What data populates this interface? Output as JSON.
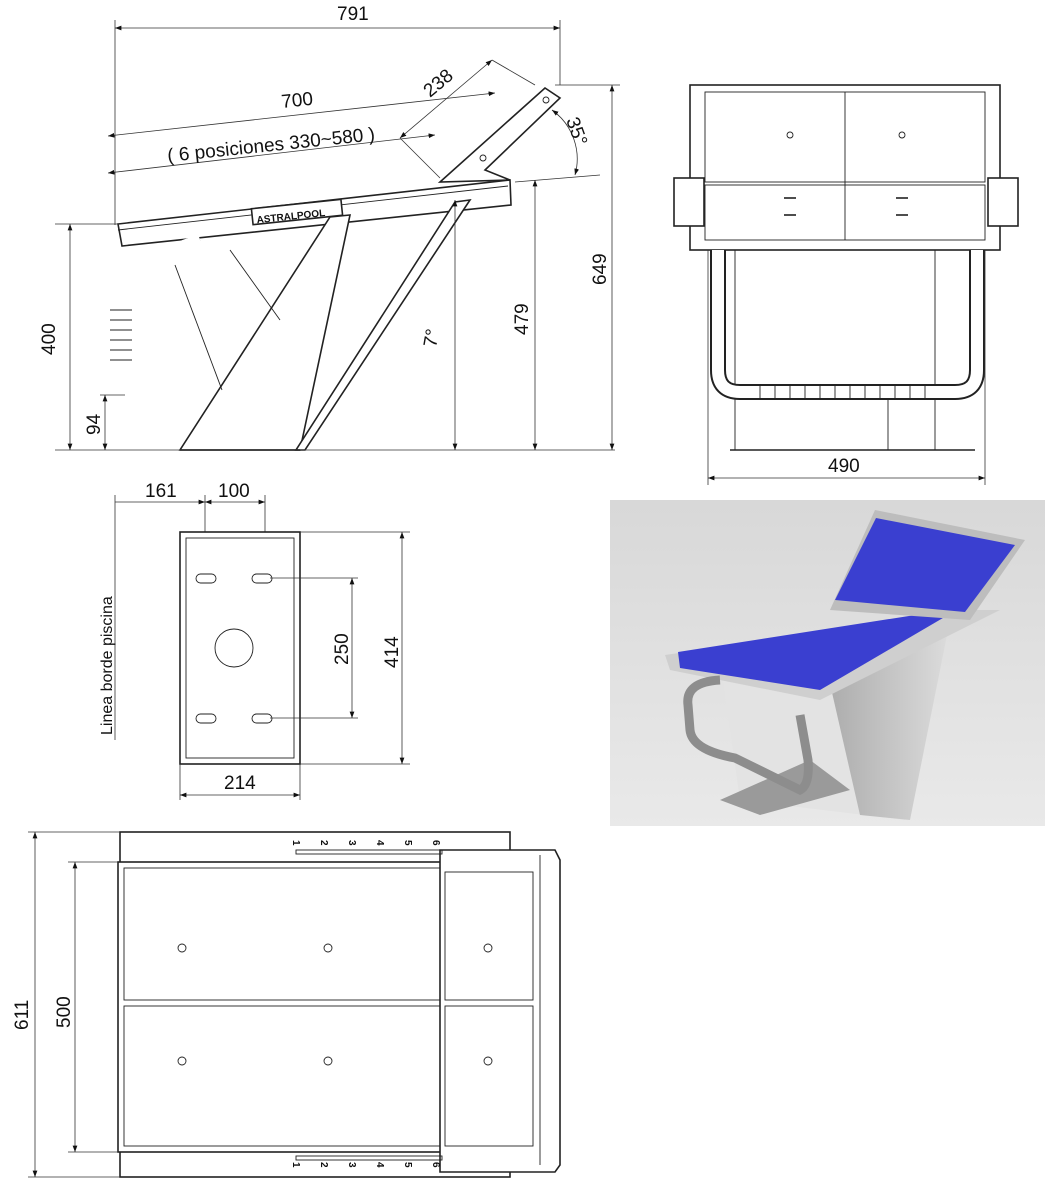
{
  "side_view": {
    "dim_total_length": "791",
    "dim_platform_length": "700",
    "dim_positions_note": "( 6 posiciones 330~580 )",
    "dim_backrest": "238",
    "dim_backrest_angle": "35°",
    "dim_platform_angle": "7°",
    "dim_height_400": "400",
    "dim_height_94": "94",
    "dim_height_479": "479",
    "dim_height_649": "649",
    "logo": "ASTRALPOOL"
  },
  "front_view": {
    "dim_width": "490"
  },
  "base_plan": {
    "dim_161": "161",
    "dim_100": "100",
    "dim_250": "250",
    "dim_414": "414",
    "dim_214": "214",
    "pool_edge_label": "Linea borde piscina"
  },
  "top_view": {
    "dim_611": "611",
    "dim_500": "500",
    "ruler_positions": [
      "1",
      "2",
      "3",
      "4",
      "5",
      "6"
    ]
  },
  "colors": {
    "mat_blue": "#3a3fd0",
    "steel": "#c9c9c9"
  }
}
